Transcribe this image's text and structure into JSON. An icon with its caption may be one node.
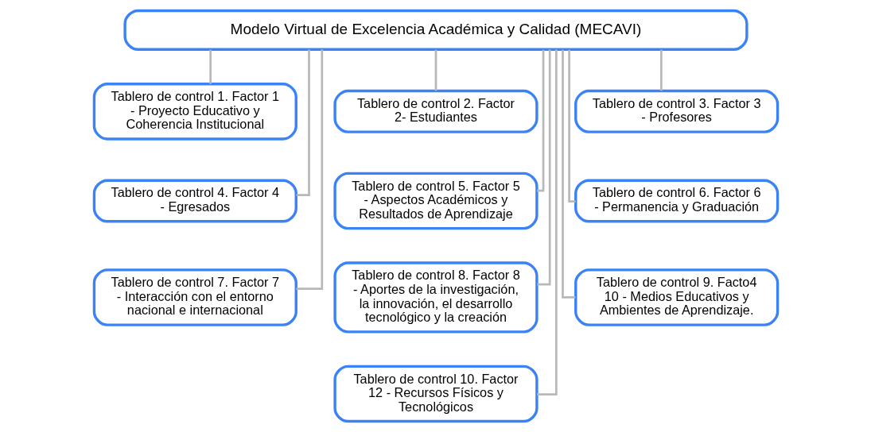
{
  "diagram": {
    "nodes": [
      {
        "text": [
          "Modelo Virtual de Excelencia Académica y Calidad (MECAVI)"
        ]
      },
      {
        "text": [
          "Tablero de control 1. Factor 1 - Proyecto Educativo y Coherencia Institucional"
        ]
      },
      {
        "text": [
          "Tablero de control 2. Factor 2- Estudiantes"
        ]
      },
      {
        "text": [
          "Tablero de control 3. Factor 3 - Profesores"
        ]
      },
      {
        "text": [
          "Tablero de control 4. Factor 4 - Egresados"
        ]
      },
      {
        "text": [
          "Tablero de control 5. Factor 5 - Aspectos Académicos y Resultados de Aprendizaje"
        ]
      },
      {
        "text": [
          "Tablero de control 6. Factor 6 - Permanencia y Graduación"
        ]
      },
      {
        "text": [
          "Tablero de control 7. Factor 7 - Interacción con el entorno nacional e internacional"
        ]
      },
      {
        "text": [
          "Tablero de control 8. Factor 8 - Aportes de la investigación, la innovación, el desarrollo tecnológico y la creación"
        ]
      },
      {
        "text": [
          "Tablero de control 9. Facto4 10 - Medios Educativos y Ambientes de Aprendizaje."
        ]
      },
      {
        "text": [
          "Tablero de control 10. Factor 12 - Recursos Físicos y Tecnológicos"
        ]
      }
    ],
    "edges": [
      {
        "from": 0,
        "to": 1,
        "arrow": "none"
      },
      {
        "from": 0,
        "to": 2,
        "arrow": "none"
      },
      {
        "from": 0,
        "to": 3,
        "arrow": "none"
      },
      {
        "from": 0,
        "to": 4,
        "arrow": "none"
      },
      {
        "from": 0,
        "to": 5,
        "arrow": "none"
      },
      {
        "from": 0,
        "to": 6,
        "arrow": "none"
      },
      {
        "from": 0,
        "to": 7,
        "arrow": "none"
      },
      {
        "from": 0,
        "to": 8,
        "arrow": "none"
      },
      {
        "from": 0,
        "to": 9,
        "arrow": "none"
      },
      {
        "from": 0,
        "to": 10,
        "arrow": "none"
      }
    ]
  }
}
